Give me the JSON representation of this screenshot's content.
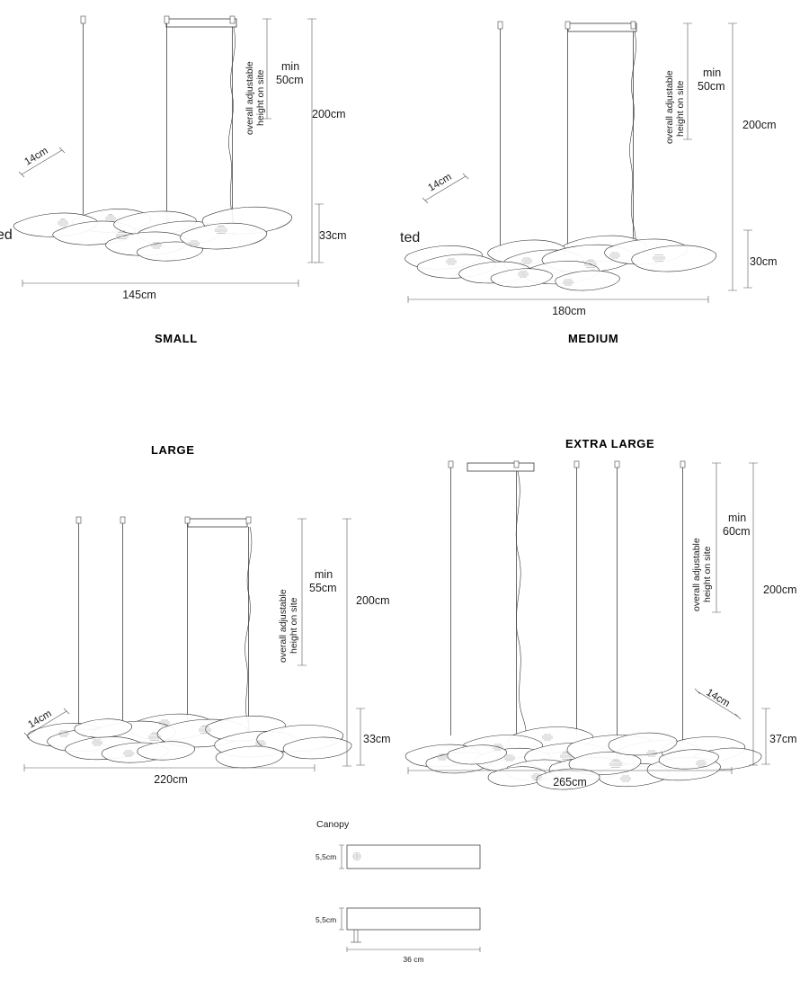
{
  "sheet": {
    "kind": "technical-dimension-drawing",
    "product": "multi-petal LED pendant lamp",
    "background": "#ffffff",
    "line_color": "#2b2b2b",
    "text_color": "#1a1a1a"
  },
  "variants": [
    {
      "id": "small",
      "title": "SMALL",
      "width_label": "145cm",
      "drop_label": "33cm",
      "total_height_label": "200cm",
      "min_height_label": "min\n50cm",
      "min_height_line1": "min",
      "min_height_line2": "50cm",
      "adjustable_note_line1": "overall adjustable",
      "adjustable_note_line2": "height on site",
      "depth_label": "14cm",
      "edge_text_fragment": "ed",
      "suspension_cables": 3,
      "petal_count": 9
    },
    {
      "id": "medium",
      "title": "MEDIUM",
      "width_label": "180cm",
      "drop_label": "30cm",
      "total_height_label": "200cm",
      "min_height_line1": "min",
      "min_height_line2": "50cm",
      "adjustable_note_line1": "overall adjustable",
      "adjustable_note_line2": "height on site",
      "depth_label": "14cm",
      "edge_text_fragment": "ted",
      "suspension_cables": 3,
      "petal_count": 12
    },
    {
      "id": "large",
      "title": "LARGE",
      "width_label": "220cm",
      "drop_label": "33cm",
      "total_height_label": "200cm",
      "min_height_line1": "min",
      "min_height_line2": "55cm",
      "adjustable_note_line1": "overall adjustable",
      "adjustable_note_line2": "height on site",
      "depth_label": "14cm",
      "suspension_cables": 4,
      "petal_count": 14
    },
    {
      "id": "extra-large",
      "title": "EXTRA LARGE",
      "width_label": "265cm",
      "drop_label": "37cm",
      "total_height_label": "200cm",
      "min_height_line1": "min",
      "min_height_line2": "60cm",
      "adjustable_note_line1": "overall adjustable",
      "adjustable_note_line2": "height on site",
      "depth_label": "14cm",
      "suspension_cables": 5,
      "petal_count": 20
    }
  ],
  "canopy": {
    "caption": "Canopy",
    "height_label_top": "5,5cm",
    "height_label_bottom": "5,5cm",
    "width_label": "36 cm"
  }
}
